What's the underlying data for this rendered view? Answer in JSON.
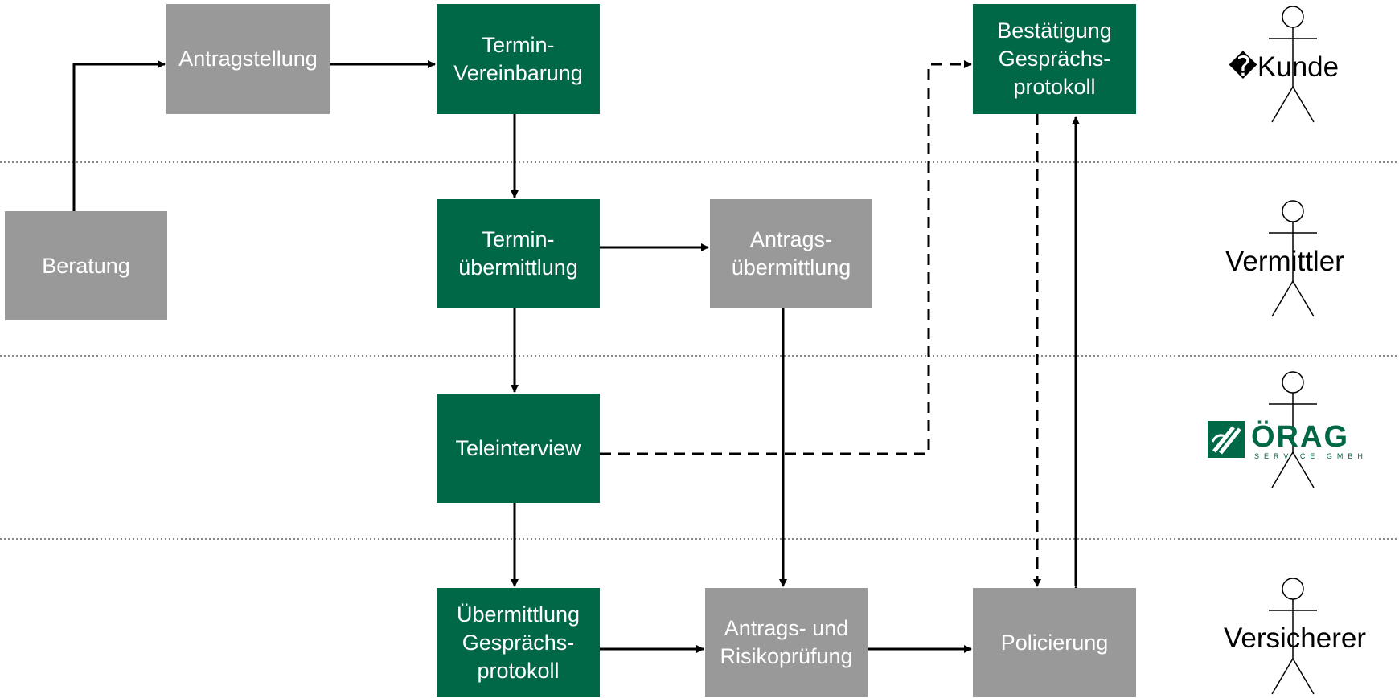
{
  "colors": {
    "green": "#006747",
    "gray": "#999999",
    "line": "#000000",
    "divider": "#888888"
  },
  "nodes": {
    "beratung": "Beratung",
    "antragstellung": "Antragstellung",
    "termin_vereinbarung": "Termin-\nVereinbarung",
    "termin_uebermittlung": "Termin-\nübermittlung",
    "antrags_uebermittlung": "Antrags-\nübermittlung",
    "teleinterview": "Teleinterview",
    "bestaetigung": "Bestätigung\nGesprächs-\nprotokoll",
    "uebermittlung_protokoll": "Übermittlung\nGesprächs-\nprotokoll",
    "antrags_risikopruefung": "Antrags- und\nRisikoprüfung",
    "policierung": "Policierung"
  },
  "lanes": {
    "kunde": "�Kunde",
    "vermittler": "Vermittler",
    "versicherer": "Versicherer"
  },
  "logo": {
    "name": "ÖRAG",
    "subtitle": "SERVICE GMBH",
    "color": "#006747"
  }
}
